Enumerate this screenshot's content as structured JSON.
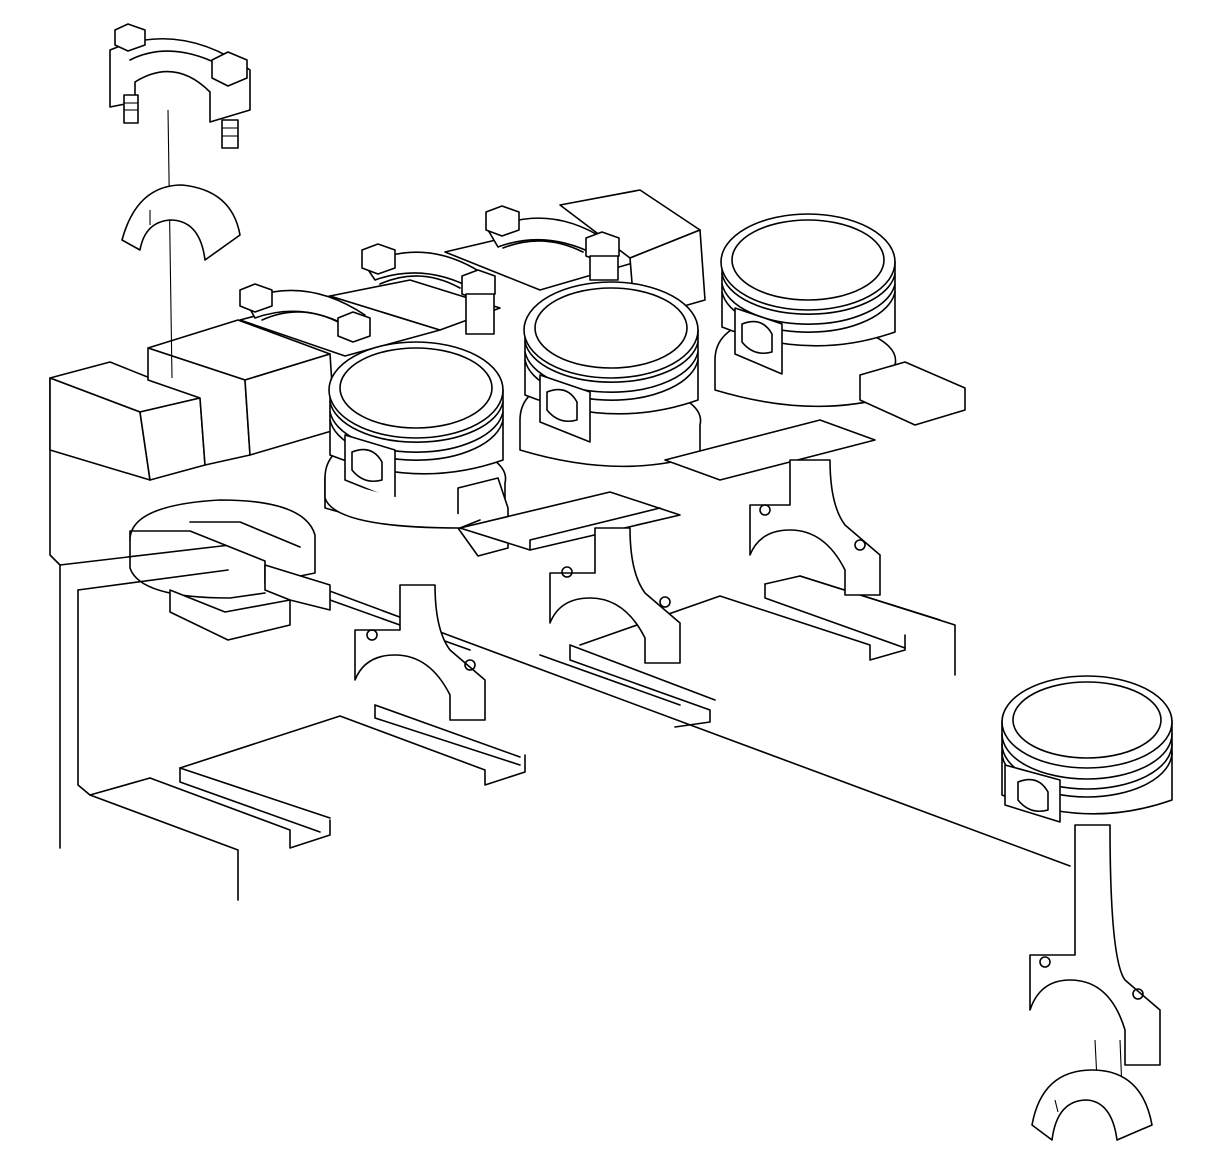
{
  "diagram": {
    "style": "line-art exploded view",
    "colors": {
      "background": "#ffffff",
      "line": "#000000"
    },
    "parts": [
      {
        "id": "main-bearing-cap",
        "icon": "main-bearing-cap-icon"
      },
      {
        "id": "upper-bearing-shell",
        "icon": "bearing-shell-icon"
      },
      {
        "id": "lower-bearing-shell",
        "icon": "bearing-shell-icon"
      },
      {
        "id": "piston-1",
        "icon": "piston-icon"
      },
      {
        "id": "piston-2",
        "icon": "piston-icon"
      },
      {
        "id": "piston-3",
        "icon": "piston-icon"
      },
      {
        "id": "piston-removed",
        "icon": "piston-icon"
      },
      {
        "id": "connecting-rod",
        "icon": "connecting-rod-icon"
      }
    ]
  }
}
